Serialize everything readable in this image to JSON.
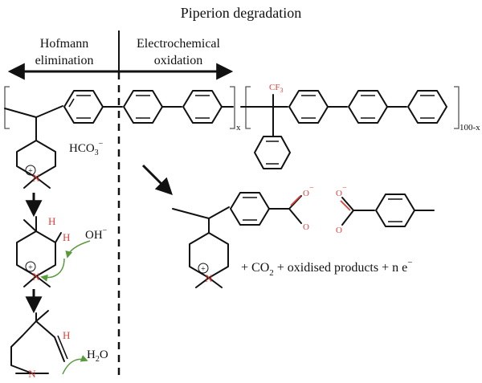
{
  "title": "Piperion degradation",
  "left_label_1": "Hofmann",
  "left_label_2": "elimination",
  "right_label_1": "Electrochemical",
  "right_label_2": "oxidation",
  "counter_ion": "HCO",
  "counter_ion_sub": "3",
  "counter_ion_sup": "−",
  "hydroxide": "OH",
  "hydroxide_sup": "−",
  "water_h": "H",
  "water_sub": "2",
  "water_o": "O",
  "subscript_x": "x",
  "subscript_100x": "100-x",
  "cf3_label": "CF",
  "cf3_sub": "3",
  "atom_N": "N",
  "atom_H": "H",
  "atom_O": "O",
  "minus": "−",
  "plus_circle": "+",
  "products_1": "+ CO",
  "products_sub": "2",
  "products_2": " + oxidised products + n e",
  "products_sup": "−",
  "colors": {
    "ink": "#111111",
    "heteroatom": "#e0403a",
    "curly_arrow": "#5a9a3e"
  }
}
